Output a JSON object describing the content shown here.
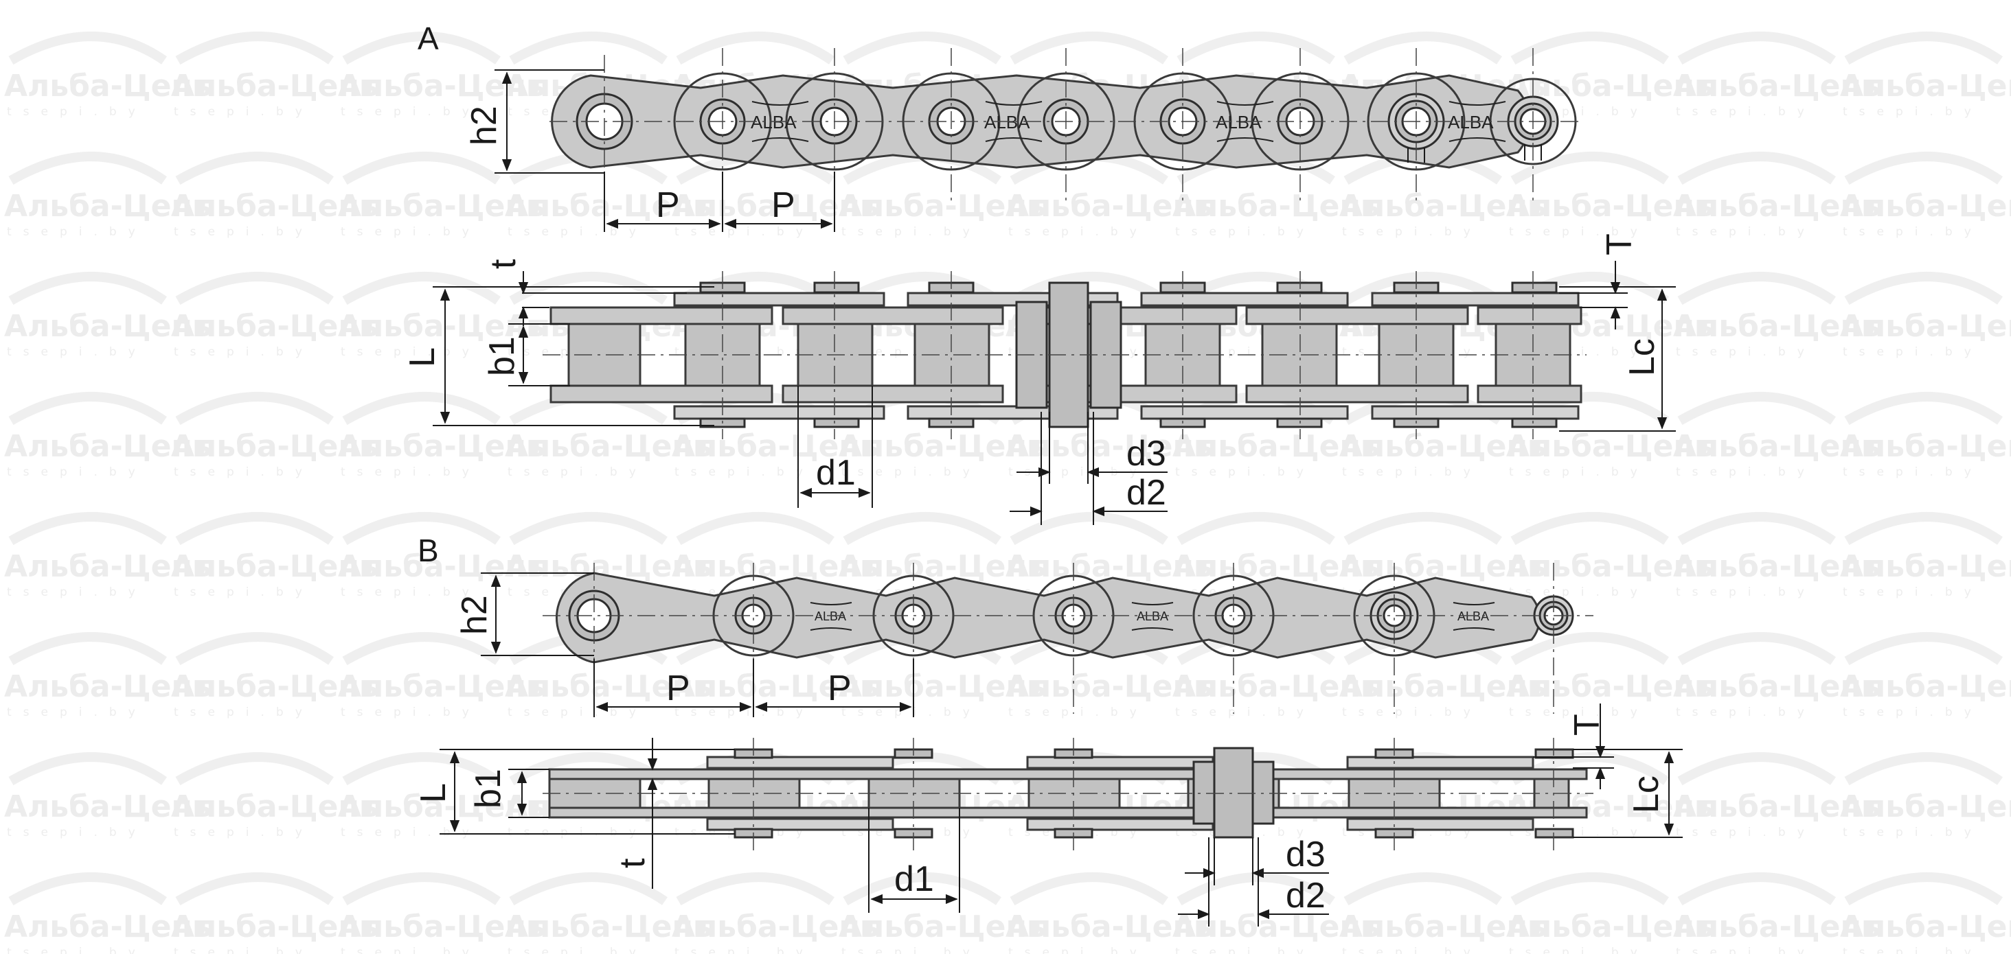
{
  "watermark": {
    "brand": "Альба-Цепь",
    "site": "tsepi.by"
  },
  "figure_a": {
    "section": "A",
    "plate_marking": "ALBA",
    "labels": {
      "h2": "h2",
      "pitch_1": "P",
      "pitch_2": "P",
      "t": "t",
      "T": "T",
      "L": "L",
      "b1": "b1",
      "Lc": "Lc",
      "d1": "d1",
      "d3": "d3",
      "d2": "d2"
    }
  },
  "figure_b": {
    "section": "B",
    "plate_marking": "ALBA",
    "labels": {
      "h2": "h2",
      "pitch_1": "P",
      "pitch_2": "P",
      "t": "t",
      "T": "T",
      "L": "L",
      "b1": "b1",
      "Lc": "Lc",
      "d1": "d1",
      "d3": "d3",
      "d2": "d2"
    }
  }
}
